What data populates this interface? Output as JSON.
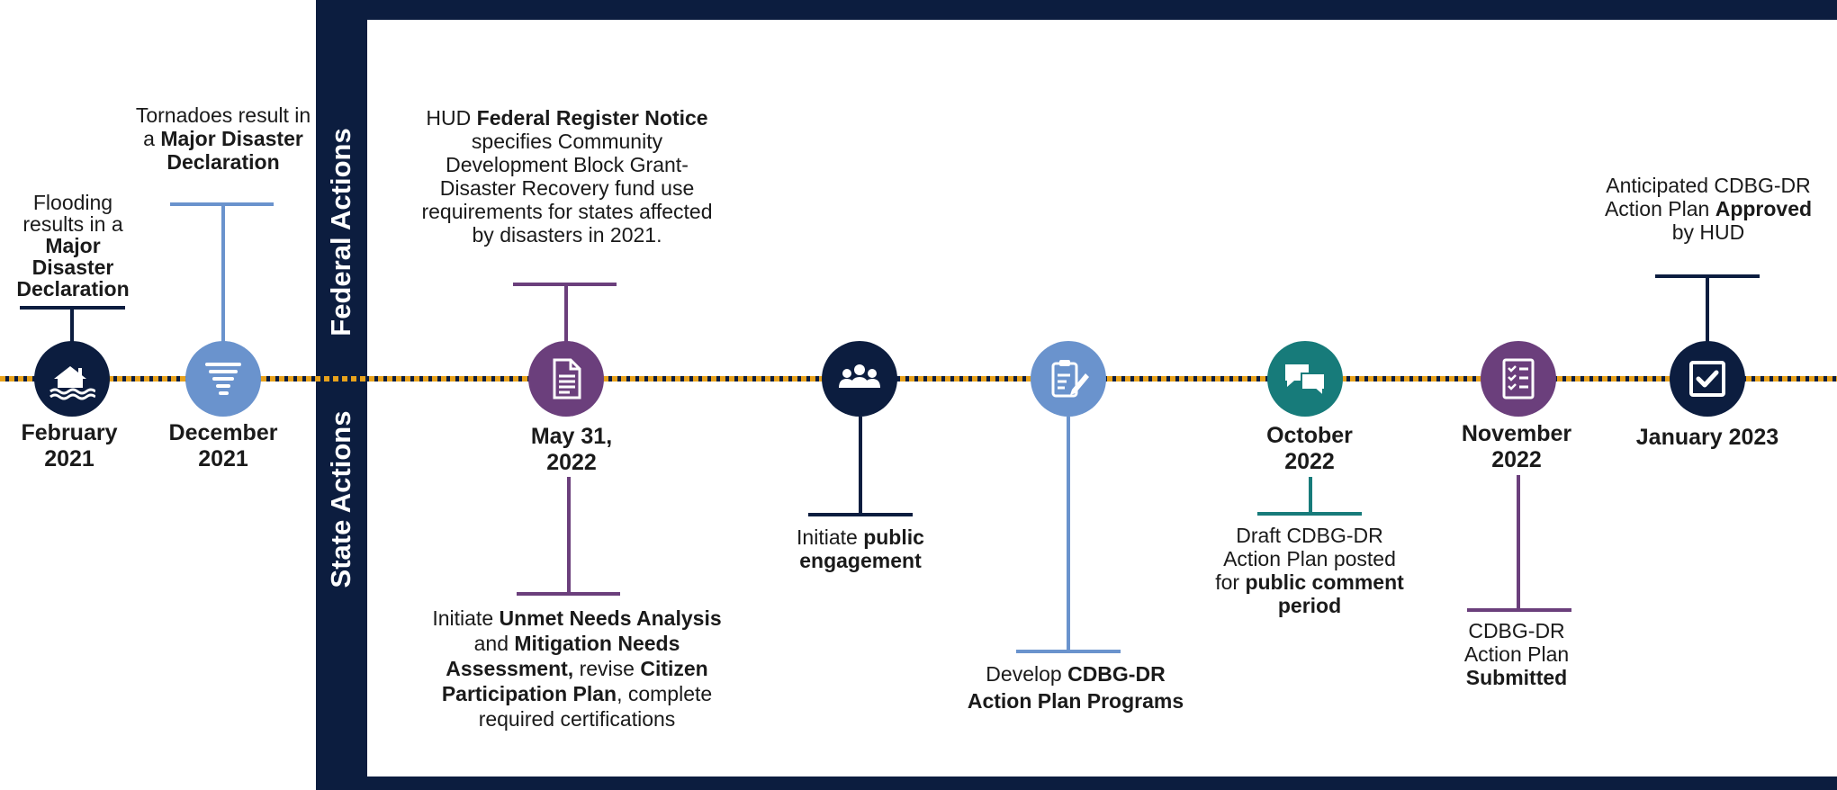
{
  "sections": {
    "federal": "Federal Actions",
    "state": "State Actions"
  },
  "colors": {
    "navy": "#0c1d3f",
    "blue": "#6a93cd",
    "purple": "#6b3f7c",
    "teal": "#177b7a",
    "gold": "#e8a21c"
  },
  "events": [
    {
      "date": "February 2021",
      "icon": "flooded-house-icon",
      "text": [
        "Flooding results in a ",
        "Major Disaster Declaration"
      ]
    },
    {
      "date": "December 2021",
      "icon": "tornado-icon",
      "text": [
        "Tornadoes result in a ",
        "Major Disaster Declaration"
      ]
    },
    {
      "date": "May 31, 2022",
      "icon": "document-icon",
      "text_top": [
        "HUD ",
        "Federal Register Notice",
        " specifies Community Development Block Grant-Disaster Recovery fund use requirements for states affected by disasters in 2021."
      ],
      "text_bottom": [
        "Initiate ",
        "Unmet Needs Analysis",
        " and ",
        "Mitigation Needs Assessment,",
        " revise ",
        "Citizen Participation Plan",
        ", complete required certifications"
      ]
    },
    {
      "date": "",
      "icon": "people-group-icon",
      "text": [
        "Initiate ",
        "public engagement"
      ]
    },
    {
      "date": "",
      "icon": "clipboard-pen-icon",
      "text": [
        "Develop ",
        "CDBG-DR Action Plan Programs"
      ]
    },
    {
      "date": "October 2022",
      "icon": "chat-bubbles-icon",
      "text": [
        "Draft CDBG-DR Action Plan posted for ",
        "public comment period"
      ]
    },
    {
      "date": "November 2022",
      "icon": "checklist-icon",
      "text": [
        "CDBG-DR Action Plan ",
        "Submitted"
      ]
    },
    {
      "date": "January 2023",
      "icon": "checkbox-icon",
      "text": [
        "Anticipated CDBG-DR Action Plan ",
        "Approved",
        " by HUD"
      ]
    }
  ]
}
